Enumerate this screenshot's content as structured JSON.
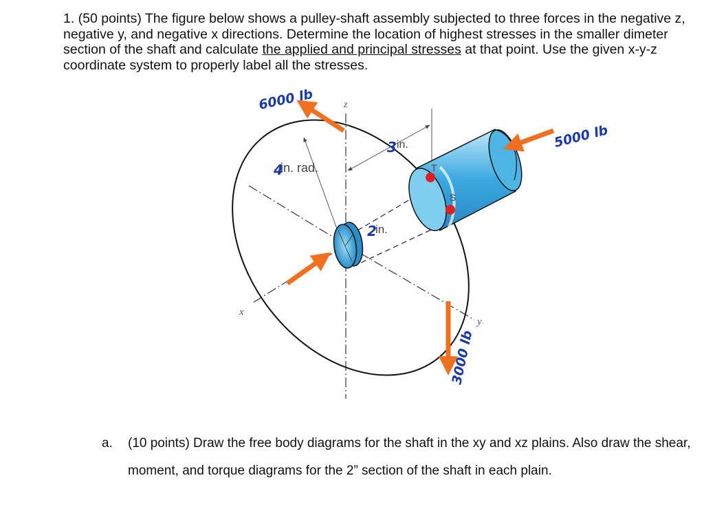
{
  "problem": {
    "intro": "1. (50 points) The figure below shows a pulley-shaft assembly subjected to three forces in the negative z, negative y, and negative x directions. Determine the location of highest stresses in the smaller dimeter section of the shaft and calculate ",
    "underlined": "the applied and principal stresses",
    "outro": " at that point. Use the given x-y-z coordinate system to properly label all the stresses."
  },
  "figure": {
    "forces": {
      "top": "6000 lb",
      "right": "5000 lb",
      "bottom": "3000 lb"
    },
    "dims": {
      "radius_value": "4",
      "radius_unit": " in. rad.",
      "offset_value": "3",
      "offset_unit": "in.",
      "small_value": "2",
      "small_unit": "in."
    },
    "points": {
      "t": "T",
      "s": "S"
    },
    "axes": {
      "z": "z",
      "x": "x",
      "y": "y"
    },
    "colors": {
      "arrow": "#f07020",
      "shaft": "#3aa8e0",
      "point": "#e02020",
      "handwriting": "#1a3aa8"
    }
  },
  "sub_a": {
    "label": "a.",
    "text": "(10 points) Draw the free body diagrams for the shaft in the xy and xz plains. Also draw the shear, moment, and torque diagrams for the 2” section of the shaft in each plain."
  }
}
